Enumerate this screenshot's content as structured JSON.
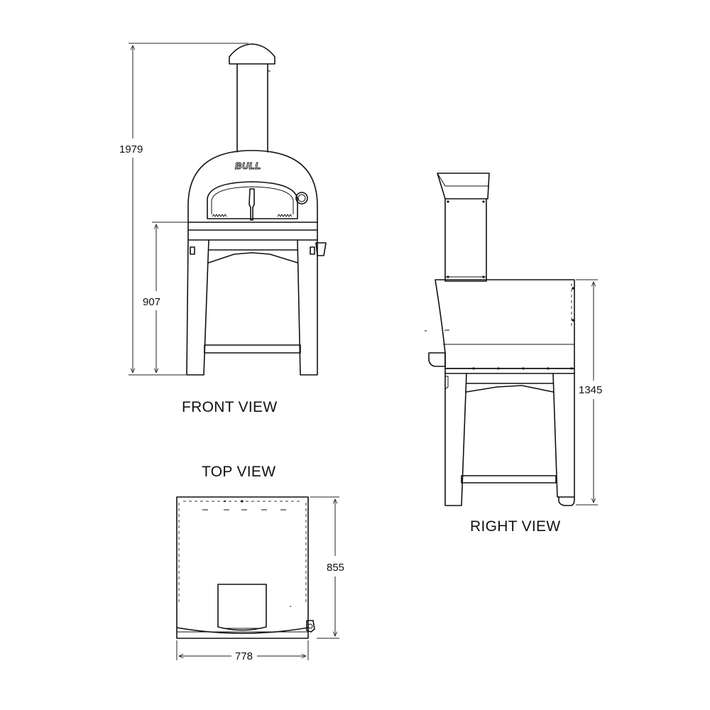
{
  "views": {
    "front": "FRONT VIEW",
    "top": "TOP VIEW",
    "right": "RIGHT VIEW"
  },
  "dimensions": {
    "total_height": "1979",
    "stand_height": "907",
    "side_height": "1345",
    "depth": "855",
    "width": "778"
  },
  "logo": "BULL",
  "colors": {
    "line": "#111111",
    "background": "#ffffff"
  }
}
